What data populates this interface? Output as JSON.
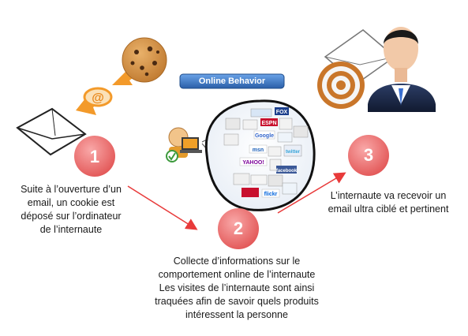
{
  "online_behavior": {
    "label": "Online Behavior"
  },
  "steps": [
    {
      "number": "1",
      "lines": [
        "Suite à l’ouverture d’un",
        "email, un cookie est",
        "déposé sur l’ordinateur",
        "de l’internaute"
      ]
    },
    {
      "number": "2",
      "lines": [
        "Collecte d’informations sur le",
        "comportement online de l’internaute",
        "Les visites de l’internaute sont ainsi",
        "traquées afin de savoir quels produits",
        "intéressent la personne"
      ]
    },
    {
      "number": "3",
      "lines": [
        "L’internaute va recevoir un",
        "email ultra ciblé et pertinent"
      ]
    }
  ],
  "site_logos": [
    "ESPN",
    "FOX",
    "Google",
    "msn",
    "YAHOO!",
    "facebook",
    "twitter",
    "flickr"
  ],
  "icons": [
    "envelope-icon",
    "at-sign-icon",
    "cookie-icon",
    "laptop-user-icon",
    "target-envelope-icon",
    "businessman-icon"
  ],
  "colors": {
    "step_circle": "#ec6b6b",
    "arrow": "#e83a3a",
    "orange": "#f39a2a",
    "badge_blue": "#3b78c4"
  }
}
